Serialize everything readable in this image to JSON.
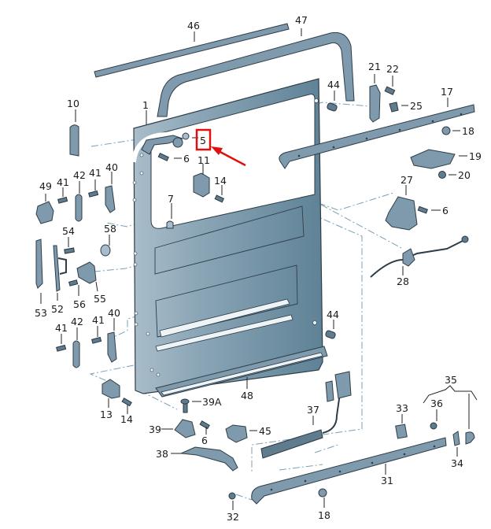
{
  "diagram": {
    "title_visible": false,
    "type": "exploded parts diagram",
    "subject": "sliding door assembly",
    "highlight": {
      "callout": "5",
      "box_color": "#e01010",
      "arrow_color": "#e01010",
      "description": "roller guide (upper)"
    },
    "colors": {
      "part_fill": "#7e9aac",
      "part_light": "#a8bccb",
      "outline": "#2e3d48",
      "leader_line": "#222222",
      "dash_line": "#7a9fb5"
    },
    "callouts": {
      "c1": "1",
      "c5": "5",
      "c6a": "6",
      "c6b": "6",
      "c6c": "6",
      "c7": "7",
      "c10": "10",
      "c11": "11",
      "c13": "13",
      "c14a": "14",
      "c14b": "14",
      "c17": "17",
      "c18a": "18",
      "c18b": "18",
      "c19": "19",
      "c20": "20",
      "c21": "21",
      "c22": "22",
      "c25": "25",
      "c27": "27",
      "c28": "28",
      "c31": "31",
      "c32": "32",
      "c33": "33",
      "c34": "34",
      "c35": "35",
      "c36": "36",
      "c37": "37",
      "c38": "38",
      "c39": "39",
      "c39a": "39A",
      "c40a": "40",
      "c40b": "40",
      "c41a": "41",
      "c41b": "41",
      "c41c": "41",
      "c41d": "41",
      "c42a": "42",
      "c42b": "42",
      "c44a": "44",
      "c44b": "44",
      "c45": "45",
      "c46": "46",
      "c47": "47",
      "c48": "48",
      "c49": "49",
      "c52": "52",
      "c53": "53",
      "c54": "54",
      "c55": "55",
      "c56": "56",
      "c58": "58"
    }
  }
}
